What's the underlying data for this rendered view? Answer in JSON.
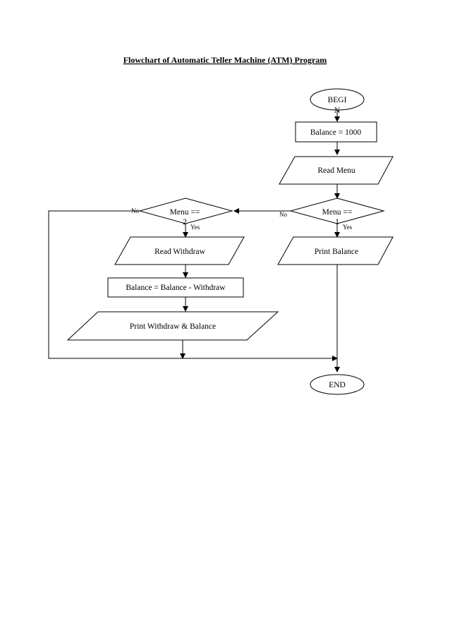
{
  "title": "Flowchart of Automatic Teller Machine (ATM) Program",
  "nodes": {
    "begin": {
      "line1": "BEGI",
      "line2": "N"
    },
    "init_balance": "Balance = 1000",
    "read_menu": "Read Menu",
    "decision1": {
      "line1": "Menu ==",
      "line2": "1"
    },
    "decision2": {
      "line1": "Menu ==",
      "line2": "2"
    },
    "print_balance": "Print Balance",
    "read_withdraw": "Read Withdraw",
    "update_balance": "Balance = Balance - Withdraw",
    "print_withdraw_balance": "Print Withdraw & Balance",
    "end": "END"
  },
  "edge_labels": {
    "d1_no": "No",
    "d1_yes": "Yes",
    "d2_no": "No",
    "d2_yes": "Yes"
  }
}
